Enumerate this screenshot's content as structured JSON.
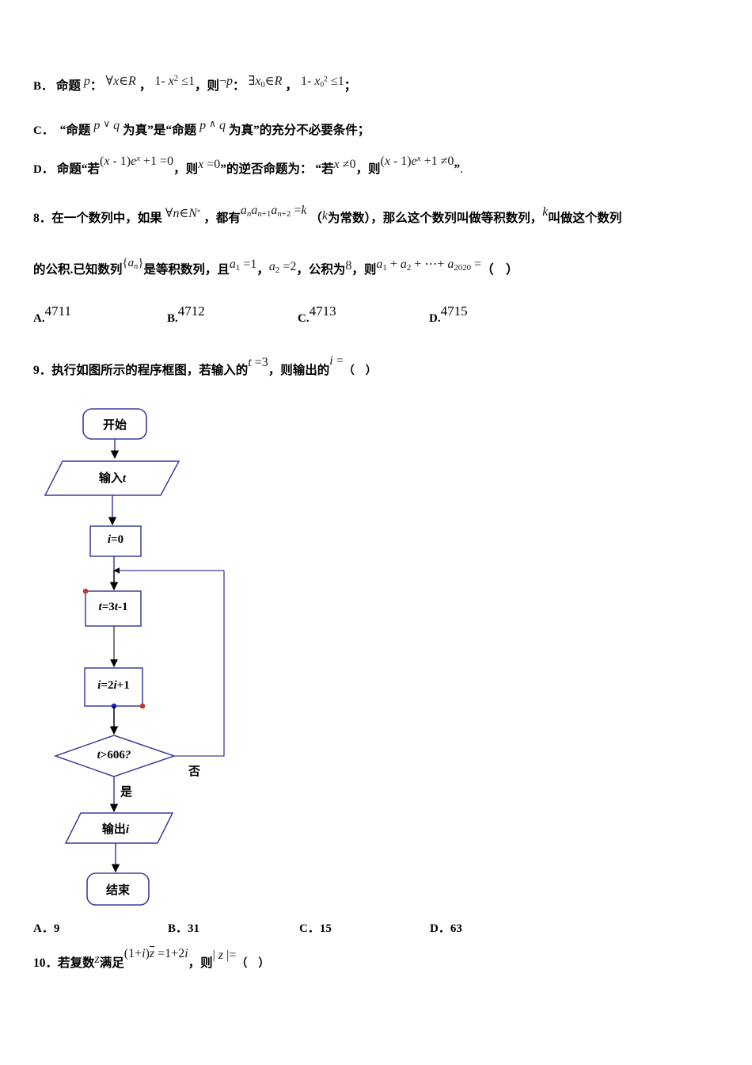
{
  "document": {
    "type": "math-exam-paper",
    "language": "zh-CN"
  },
  "questions": [
    {
      "id": "q7-options",
      "options": [
        {
          "letter": "B.",
          "parts": {
            "lead": "命题",
            "p": "p",
            "colon": "：",
            "stmt1_quant": "∀x∈R",
            "comma1": "，",
            "stmt1_body": "1- x² ≤1",
            "comma2": "，",
            "then": "则",
            "negp": "¬p",
            "colon2": "：",
            "stmt2_quant": "∃x₀∈R",
            "comma3": "，",
            "stmt2_body": "1- x₀² ≤1",
            "end": "；"
          }
        },
        {
          "letter": "C.",
          "text": "“命题 p ∨ q 为真”是“命题 p ∧ q 为真”的充分不必要条件；"
        },
        {
          "letter": "D.",
          "text": "命题“若 (x-1)eˣ+1=0，则 x=0”的逆否命题为：“若 x≠0，则 (x-1)eˣ+1≠0”."
        }
      ]
    },
    {
      "id": "q8",
      "number": "8．",
      "stem_segments": [
        "在一个数列中，如果",
        "∀n∈N*",
        "，都有",
        "aₙaₙ₊₁aₙ₊₂ = k",
        "（",
        "k",
        "为常数），那么这个数列叫做等积数列，",
        "k",
        "叫做这个数列的公积.已知数列",
        "{aₙ}",
        "是等积数列，且",
        "a₁ =1",
        "，",
        "a₂ =2",
        "，公积为",
        "8",
        "，则",
        "a₁ + a₂ + ⋯ + a₂₀₂₀ =",
        "（　）"
      ],
      "options": [
        {
          "letter": "A.",
          "value": "4711"
        },
        {
          "letter": "B.",
          "value": "4712"
        },
        {
          "letter": "C.",
          "value": "4713"
        },
        {
          "letter": "D.",
          "value": "4715"
        }
      ]
    },
    {
      "id": "q9",
      "number": "9．",
      "stem_prefix": "执行如图所示的程序框图，若输入的",
      "input_value": "t =3",
      "stem_mid": "，则输出的",
      "output_var": "i =",
      "stem_suffix": "（　）",
      "options": [
        {
          "letter": "A．",
          "value": "9"
        },
        {
          "letter": "B．",
          "value": "31"
        },
        {
          "letter": "C．",
          "value": "15"
        },
        {
          "letter": "D．",
          "value": "63"
        }
      ]
    },
    {
      "id": "q10",
      "number": "10．",
      "stem_prefix": "若复数",
      "var": "z",
      "stem_mid": "满足",
      "equation": "(1+i)z̄ =1+2i",
      "comma": "，则",
      "target": "| z |=",
      "stem_suffix": "（　）"
    }
  ],
  "flowchart": {
    "title": "程序框图",
    "stroke_color": "#3d3d9e",
    "arrow_color": "#000000",
    "handle_colors": {
      "red": "#c0392b",
      "blue": "#2222cc"
    },
    "nodes": [
      {
        "name": "start-terminator",
        "shape": "rounded",
        "label": "开始"
      },
      {
        "name": "input-box",
        "shape": "parallelogram",
        "label_cn": "输入",
        "label_var": "t"
      },
      {
        "name": "init-i-box",
        "shape": "rectangle",
        "label": "i=0"
      },
      {
        "name": "update-t-box",
        "shape": "rectangle",
        "label": "t=3t-1"
      },
      {
        "name": "update-i-box",
        "shape": "rectangle",
        "label": "i=2i+1"
      },
      {
        "name": "decision-diamond",
        "shape": "diamond",
        "label": "t>606?"
      },
      {
        "name": "output-box",
        "shape": "parallelogram",
        "label_cn": "输出",
        "label_var": "i"
      },
      {
        "name": "end-terminator",
        "shape": "rounded",
        "label": "结束"
      }
    ],
    "edge_labels": [
      {
        "name": "branch-no",
        "label": "否"
      },
      {
        "name": "branch-yes",
        "label": "是"
      }
    ]
  }
}
